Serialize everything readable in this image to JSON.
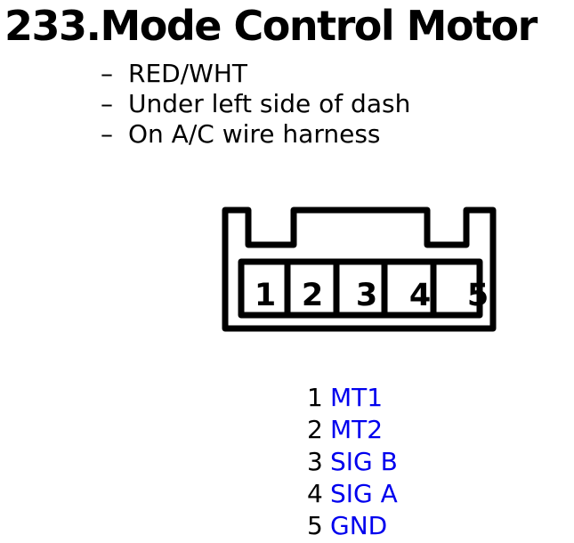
{
  "page": {
    "background": "#ffffff",
    "text_color": "#000000",
    "label_blue": "#0000ee",
    "line_color": "#000000"
  },
  "header": {
    "title": "233.Mode Control Motor"
  },
  "notes": {
    "bullet_char": "–",
    "items": [
      "RED/WHT",
      "Under left side of dash",
      "On A/C wire harness"
    ]
  },
  "connector": {
    "description": "5-pin connector housing, front view, two keying notches on top",
    "pins": [
      "1",
      "2",
      "3",
      "4",
      "5"
    ]
  },
  "legend": {
    "rows": [
      {
        "pin": "1",
        "label": "MT1"
      },
      {
        "pin": "2",
        "label": "MT2"
      },
      {
        "pin": "3",
        "label": "SIG B"
      },
      {
        "pin": "4",
        "label": "SIG A"
      },
      {
        "pin": "5",
        "label": "GND"
      }
    ]
  }
}
